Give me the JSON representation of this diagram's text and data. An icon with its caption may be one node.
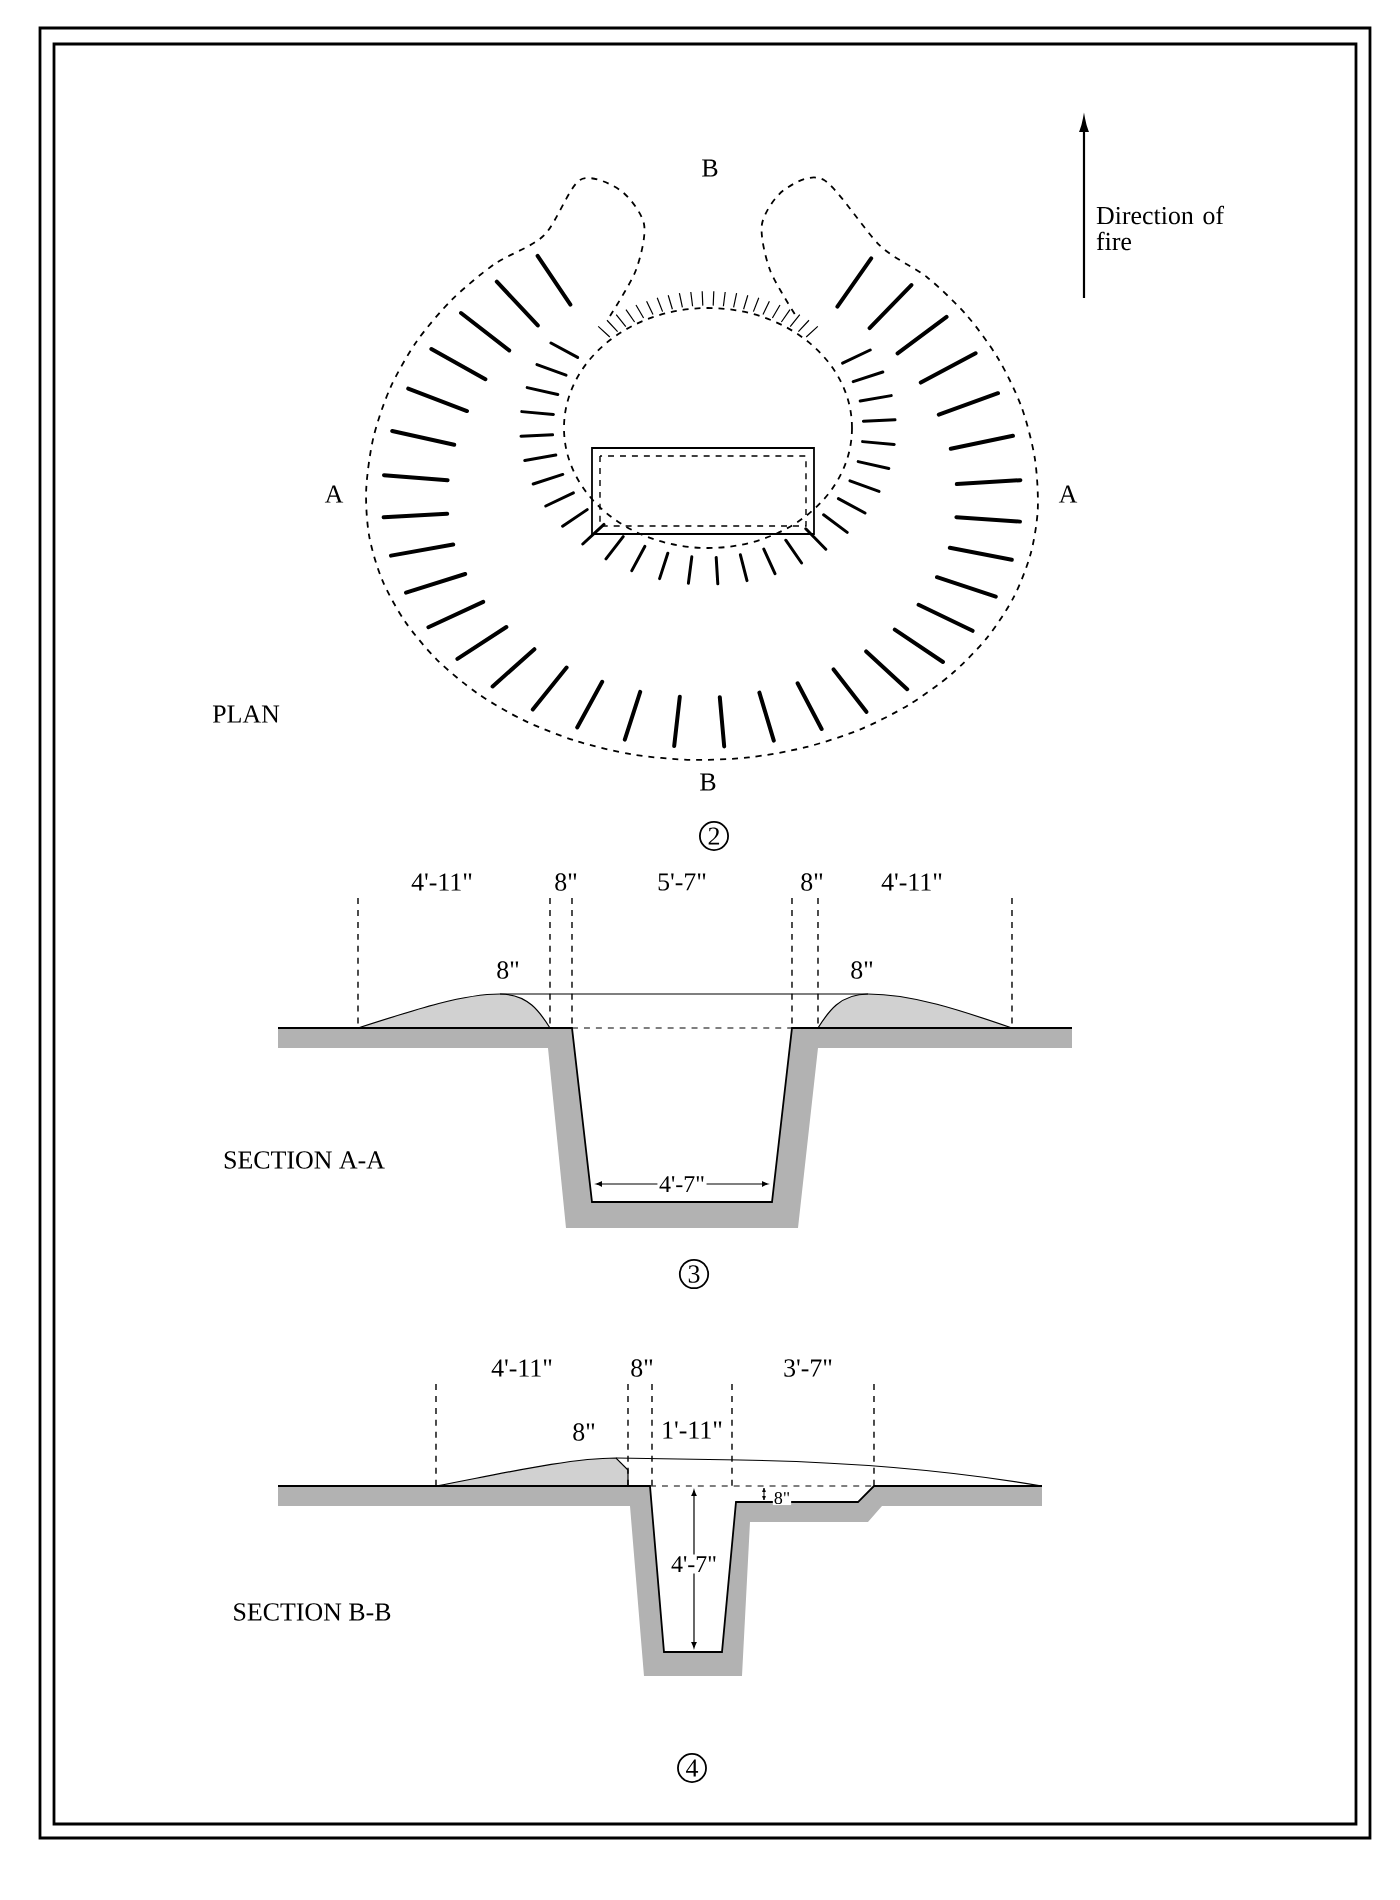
{
  "diagram": {
    "labels": [
      "B",
      "Direction of fire",
      "A",
      "A",
      "PLAN",
      "B",
      "2",
      "4'-11\"",
      "8\"",
      "5'-7\"",
      "8\"",
      "4'-11\"",
      "8\"",
      "8\"",
      "SECTION A-A",
      "4'-7\"",
      "3",
      "4'-11\"",
      "8\"",
      "1'-11\"",
      "3'-7\"",
      "8\"",
      "8\"",
      "4'-7\"",
      "SECTION B-B",
      "4"
    ]
  }
}
